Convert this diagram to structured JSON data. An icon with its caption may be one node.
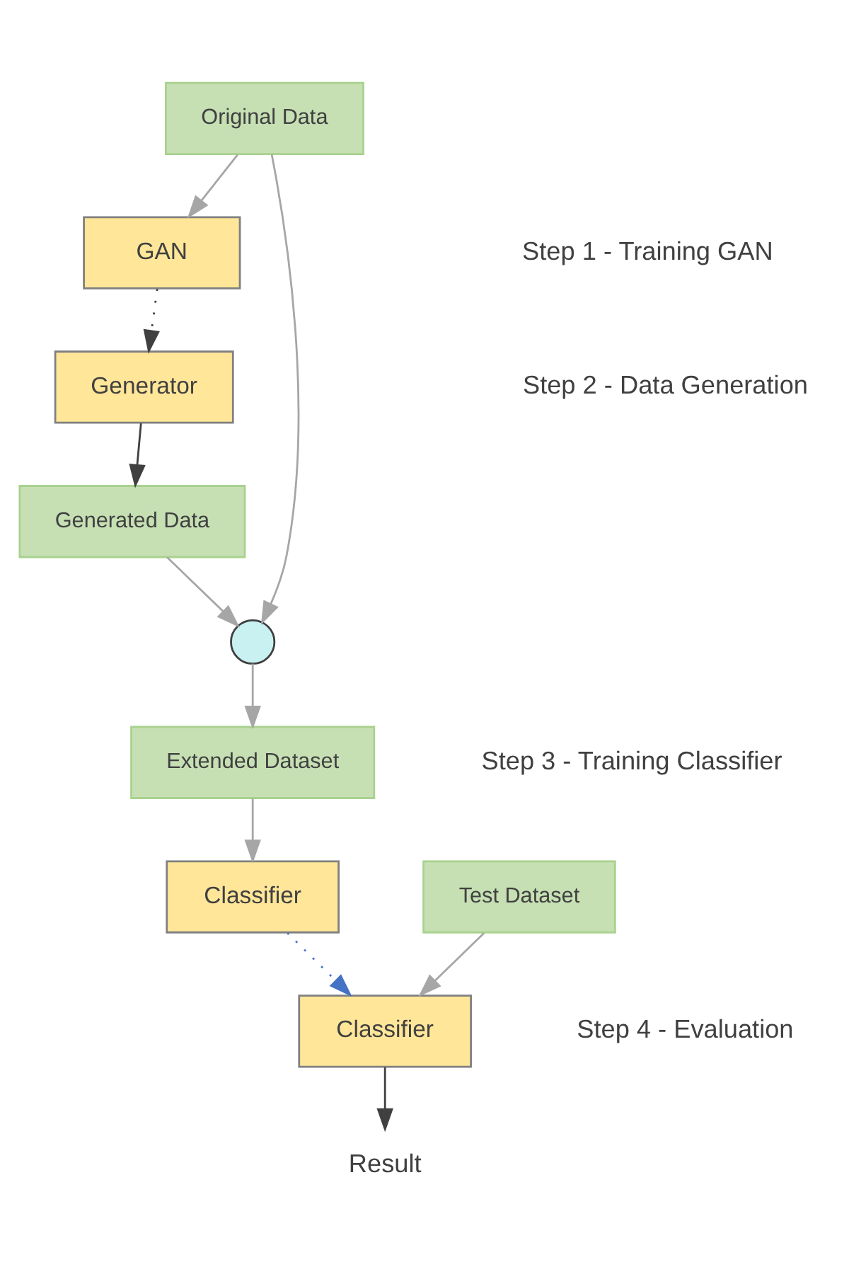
{
  "diagram": {
    "nodes": [
      {
        "text": [
          "Original Data"
        ]
      },
      {
        "text": [
          "GAN"
        ]
      },
      {
        "text": [
          "Generator"
        ]
      },
      {
        "text": [
          "Generated Data"
        ]
      },
      {
        "text": [],
        "shape": "circle"
      },
      {
        "text": [
          "Extended Dataset"
        ]
      },
      {
        "text": [
          "Classifier"
        ]
      },
      {
        "text": [
          "Test Dataset"
        ]
      },
      {
        "text": [
          "Classifier"
        ]
      },
      {
        "text": [
          "Result"
        ]
      }
    ],
    "edges": [
      {
        "from": 0,
        "to": 1,
        "arrow": "to"
      },
      {
        "from": 1,
        "to": 2,
        "arrow": "to",
        "style": "dashed",
        "color": "#404040"
      },
      {
        "from": 2,
        "to": 3,
        "arrow": "to",
        "color": "#404040"
      },
      {
        "from": 3,
        "to": 4,
        "arrow": "to"
      },
      {
        "from": 0,
        "to": 4,
        "arrow": "to"
      },
      {
        "from": 4,
        "to": 5,
        "arrow": "to"
      },
      {
        "from": 5,
        "to": 6,
        "arrow": "to"
      },
      {
        "from": 6,
        "to": 8,
        "arrow": "to",
        "style": "dashed",
        "color": "#4472c4"
      },
      {
        "from": 7,
        "to": 8,
        "arrow": "to"
      },
      {
        "from": 8,
        "to": 9,
        "arrow": "to",
        "color": "#404040"
      }
    ],
    "labels": [
      "Step 1 - Training GAN",
      "Step 2 - Data Generation",
      "Step 3 - Training Classifier",
      "Step 4 - Evaluation"
    ]
  }
}
